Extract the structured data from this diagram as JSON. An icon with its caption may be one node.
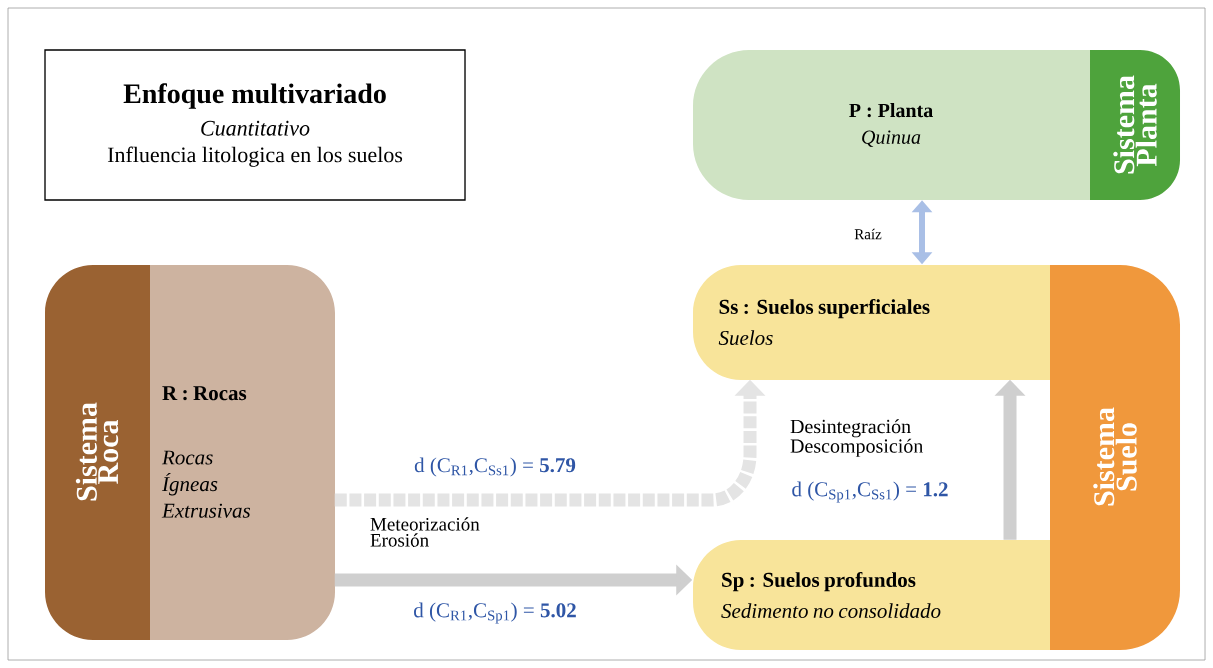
{
  "diagram": {
    "nodes": [
      {
        "text": [
          "Enfoque multivariado",
          "Cuantitativo",
          "Influencia litologica en los suelos"
        ]
      },
      {
        "text": [
          "P : Planta",
          "Quinua"
        ]
      },
      {
        "text": [
          "Sistema Planta"
        ]
      },
      {
        "text": [
          "Sistema Roca"
        ]
      },
      {
        "text": [
          "R : Rocas",
          "Rocas Ígneas Extrusivas"
        ]
      },
      {
        "text": [
          "Ss : Suelos superficiales",
          "Suelos"
        ]
      },
      {
        "text": [
          "Sp : Suelos profundos",
          "Sedimento no consolidado"
        ]
      },
      {
        "text": [
          "Sistema Suelo"
        ]
      }
    ],
    "edges": [
      {
        "from": 5,
        "to": 1,
        "arrow": "both",
        "label": "Raíz",
        "color": "#a9bfe6"
      },
      {
        "from": 4,
        "to": 5,
        "arrow": "to",
        "label": "d (C$_{R1}$,C$_{Ss1}$) = **5.79**",
        "style": "dashed"
      },
      {
        "from": 4,
        "to": 6,
        "arrow": "to",
        "label": "Meteorización Erosión"
      },
      {
        "from": 6,
        "to": 5,
        "arrow": "to",
        "label": "Desintegración Descomposición"
      }
    ],
    "labels": [
      "d (C$_{Sp1}$,C$_{Ss1}$) = **1.2**",
      "d (C$_{R1}$,C$_{Sp1}$) = **5.02**"
    ]
  }
}
